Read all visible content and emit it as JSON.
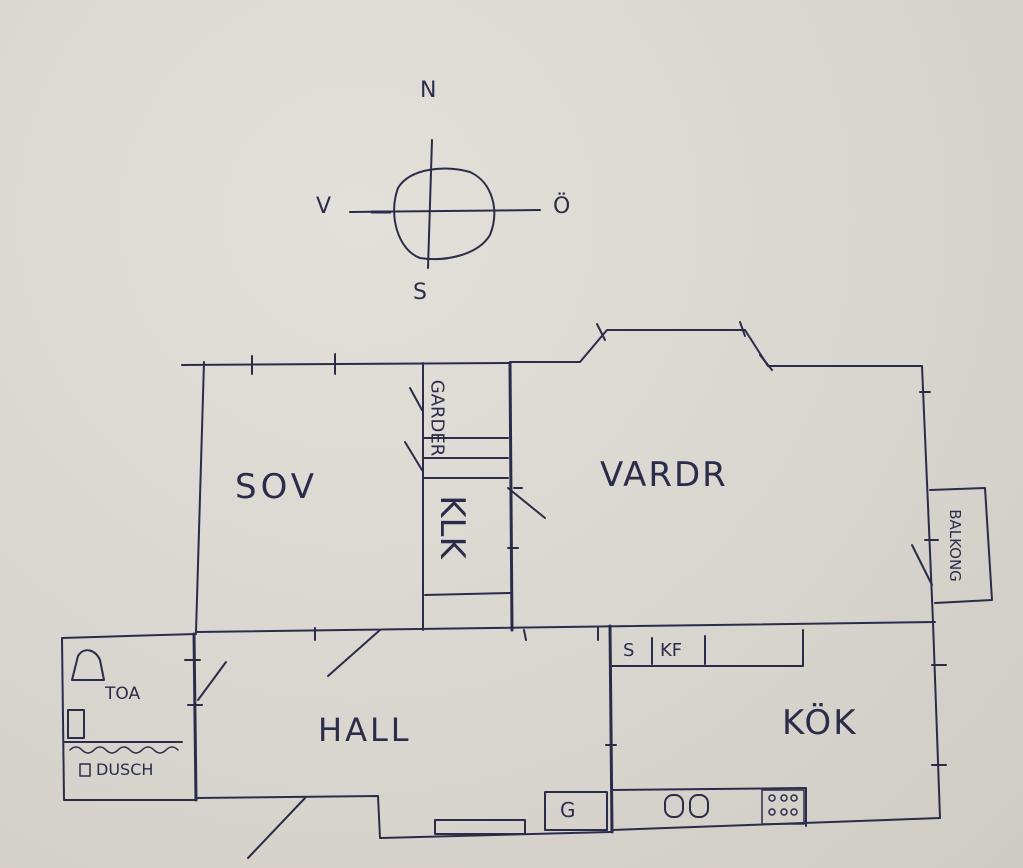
{
  "compass": {
    "north": "N",
    "south": "S",
    "west": "V",
    "east": "Ö"
  },
  "rooms": {
    "sov": "SOV",
    "garder": "GARDER",
    "klk": "KLK",
    "vardr": "VARDR",
    "balkong": "BALKONG",
    "hall": "HALL",
    "kok": "KÖK",
    "toa": "TOA",
    "dusch": "DUSCH"
  },
  "fixtures": {
    "sink": "S",
    "fridge": "KF",
    "wardrobe": "G"
  },
  "colors": {
    "ink": "#2a2c4a",
    "paper": "#dedbd4"
  }
}
